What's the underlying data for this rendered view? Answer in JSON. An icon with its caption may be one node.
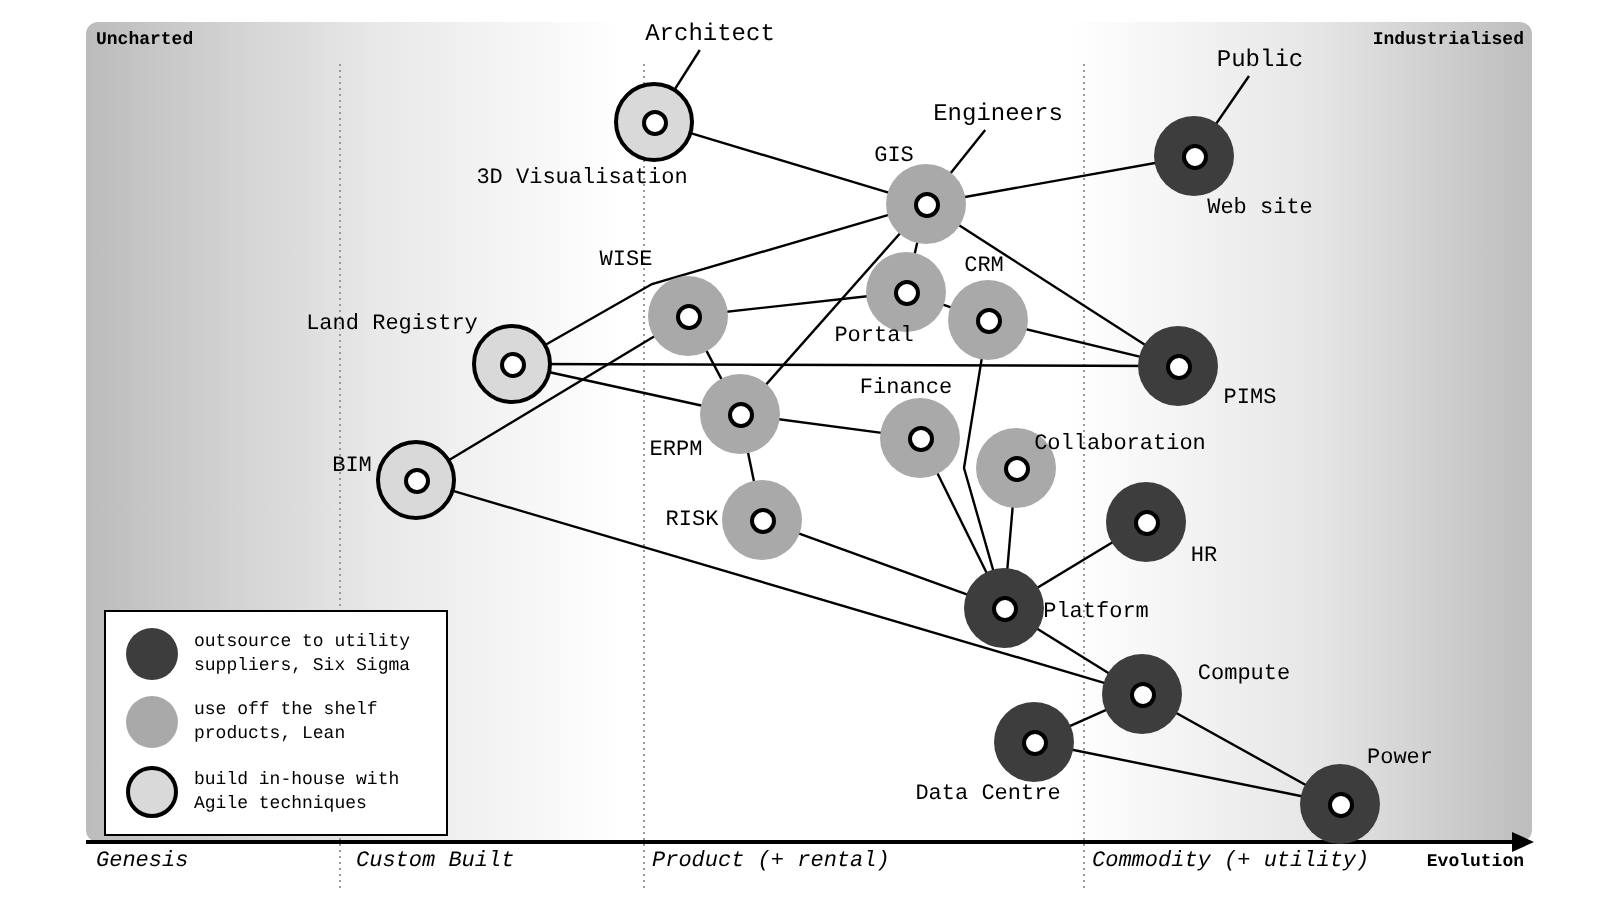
{
  "diagram": {
    "nodes": [
      {
        "text": [
          "Architect"
        ]
      },
      {
        "text": [
          "3D Visualisation"
        ]
      },
      {
        "text": [
          "Public"
        ]
      },
      {
        "text": [
          "Engineers"
        ]
      },
      {
        "text": [
          "Web site"
        ]
      },
      {
        "text": [
          "GIS"
        ]
      },
      {
        "text": [
          "WISE"
        ]
      },
      {
        "text": [
          "CRM"
        ]
      },
      {
        "text": [
          "Portal"
        ]
      },
      {
        "text": [
          "Land Registry"
        ]
      },
      {
        "text": [
          "PIMS"
        ]
      },
      {
        "text": [
          "ERPM"
        ]
      },
      {
        "text": [
          "Finance"
        ]
      },
      {
        "text": [
          "Collaboration"
        ]
      },
      {
        "text": [
          "BIM"
        ]
      },
      {
        "text": [
          "RISK"
        ]
      },
      {
        "text": [
          "HR"
        ]
      },
      {
        "text": [
          "Platform"
        ]
      },
      {
        "text": [
          "Compute"
        ]
      },
      {
        "text": [
          "Data Centre"
        ]
      },
      {
        "text": [
          "Power"
        ]
      }
    ],
    "edges": [
      {
        "from": 0,
        "to": 1,
        "arrow": "none"
      },
      {
        "from": 1,
        "to": 5,
        "arrow": "none"
      },
      {
        "from": 2,
        "to": 4,
        "arrow": "none"
      },
      {
        "from": 3,
        "to": 5,
        "arrow": "none"
      },
      {
        "from": 4,
        "to": 5,
        "arrow": "none"
      },
      {
        "from": 9,
        "to": 5,
        "arrow": "none"
      },
      {
        "from": 5,
        "to": 8,
        "arrow": "none"
      },
      {
        "from": 5,
        "to": 10,
        "arrow": "none"
      },
      {
        "from": 11,
        "to": 5,
        "arrow": "none"
      },
      {
        "from": 14,
        "to": 6,
        "arrow": "none"
      },
      {
        "from": 6,
        "to": 8,
        "arrow": "none"
      },
      {
        "from": 6,
        "to": 11,
        "arrow": "none"
      },
      {
        "from": 9,
        "to": 10,
        "arrow": "none"
      },
      {
        "from": 9,
        "to": 11,
        "arrow": "none"
      },
      {
        "from": 11,
        "to": 12,
        "arrow": "none"
      },
      {
        "from": 8,
        "to": 7,
        "arrow": "none"
      },
      {
        "from": 7,
        "to": 10,
        "arrow": "none"
      },
      {
        "from": 7,
        "to": 17,
        "arrow": "none"
      },
      {
        "from": 11,
        "to": 15,
        "arrow": "none"
      },
      {
        "from": 12,
        "to": 17,
        "arrow": "none"
      },
      {
        "from": 13,
        "to": 17,
        "arrow": "none"
      },
      {
        "from": 15,
        "to": 17,
        "arrow": "none"
      },
      {
        "from": 16,
        "to": 17,
        "arrow": "none"
      },
      {
        "from": 17,
        "to": 18,
        "arrow": "none"
      },
      {
        "from": 14,
        "to": 18,
        "arrow": "none"
      },
      {
        "from": 18,
        "to": 19,
        "arrow": "none"
      },
      {
        "from": 18,
        "to": 20,
        "arrow": "none"
      },
      {
        "from": 19,
        "to": 20,
        "arrow": "none"
      }
    ],
    "labels": [
      "Uncharted",
      "Industrialised",
      "Genesis",
      "Custom Built",
      "Product (+ rental)",
      "Commodity (+ utility)",
      "Evolution"
    ],
    "legend": [
      {
        "text": "outsource to utility suppliers, Six Sigma",
        "color": "#3d3d3d"
      },
      {
        "text": "use off the shelf products, Lean",
        "color": "#a9a9a9"
      },
      {
        "text": "build in-house with Agile techniques",
        "color": "#d9d9d9"
      }
    ]
  }
}
